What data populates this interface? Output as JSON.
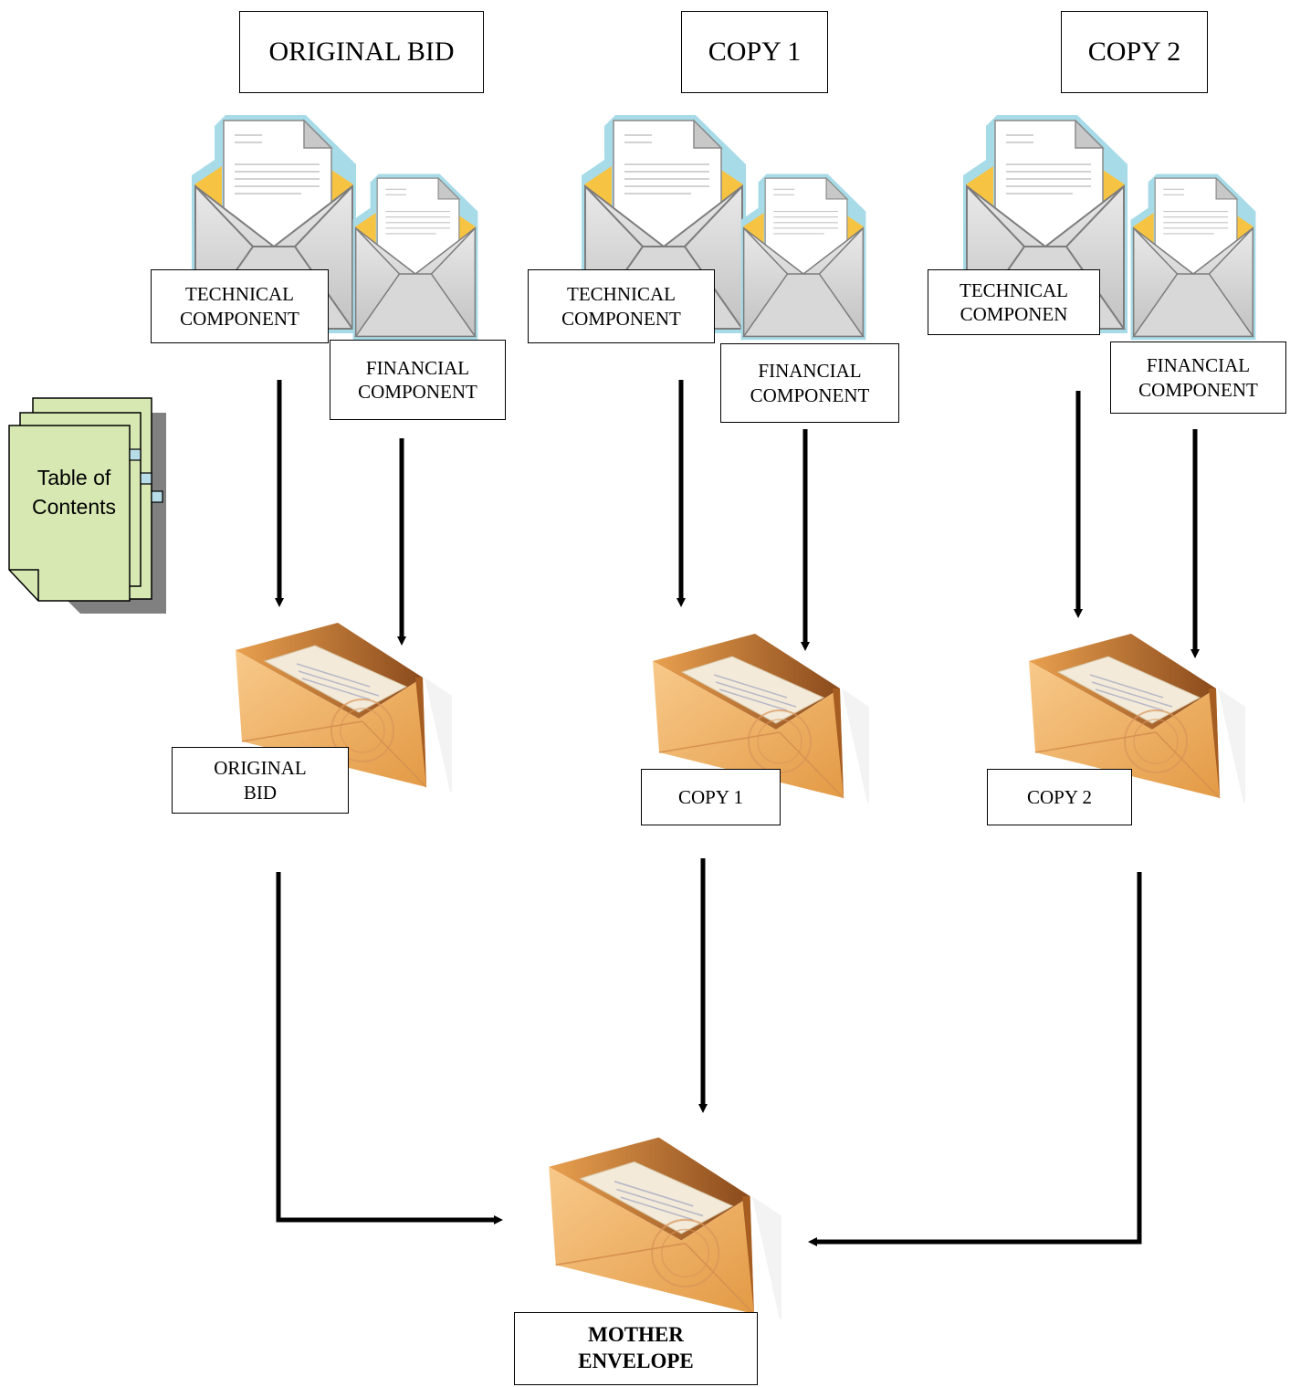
{
  "headers": {
    "original": "ORIGINAL BID",
    "copy1": "COPY 1",
    "copy2": "COPY 2"
  },
  "components": {
    "tech_original": "TECHNICAL\nCOMPONENT",
    "fin_original": "FINANCIAL\nCOMPONENT",
    "tech_copy1": "TECHNICAL\nCOMPONENT",
    "fin_copy1": "FINANCIAL\nCOMPONENT",
    "tech_copy2": "TECHNICAL\nCOMPONEN",
    "fin_copy2": "FINANCIAL\nCOMPONENT"
  },
  "envelopes": {
    "original": "ORIGINAL\nBID",
    "copy1": "COPY 1",
    "copy2": "COPY 2",
    "mother": "MOTHER\nENVELOPE"
  },
  "toc": {
    "label": "Table of\nContents"
  },
  "colors": {
    "doc_outline": "#a8dbe8",
    "envelope_gray": "#d4d4d4",
    "envelope_flap_yellow": "#f6c343",
    "bid_envelope": "#f0b461",
    "bid_envelope_dark": "#b9692a",
    "toc_fill": "#d7e8b3",
    "arrow": "#000000"
  }
}
